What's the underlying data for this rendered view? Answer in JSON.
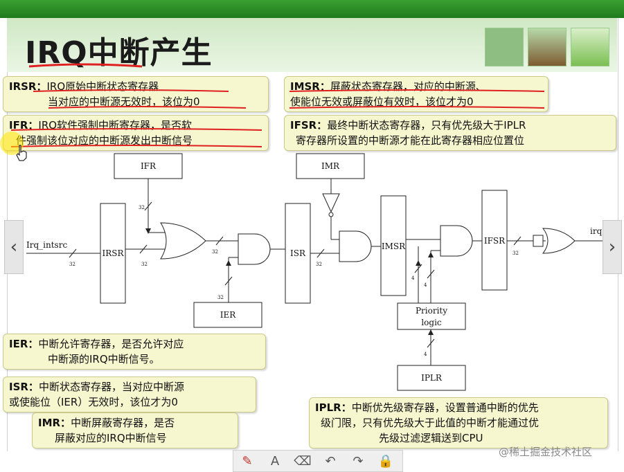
{
  "slide": {
    "title": "IRQ中断产生",
    "colors": {
      "header": "#2e8b2a",
      "note_bg": "#f6f6cf",
      "underline": "#e02020"
    }
  },
  "notes": {
    "irsr": {
      "label": "IRSR：",
      "line1": "IRQ原始中断状态寄存器",
      "line2": "当对应的中断源无效时，该位为0"
    },
    "imsr": {
      "label": "IMSR：",
      "line1": "屏蔽状态寄存器，对应的中断源、",
      "line2": "使能位无效或屏蔽位有效时，该位才为0"
    },
    "ifr": {
      "label": "IFR：",
      "line1": "IRQ软件强制中断寄存器，是否软",
      "line2": "件强制该位对应的中断源发出中断信号"
    },
    "ifsr": {
      "label": "IFSR：",
      "line1": "最终中断状态寄存器，只有优先级大于IPLR",
      "line2": "寄存器所设置的中断源才能在此寄存器相应位置位"
    },
    "ier": {
      "label": "IER：",
      "line1": "中断允许寄存器，是否允许对应",
      "line2": "中断源的IRQ中断信号。"
    },
    "isr": {
      "label": "ISR：",
      "line1": "中断状态寄存器，当对应中断源",
      "line2": "或使能位（IER）无效时，该位才为0"
    },
    "imr": {
      "label": "IMR：",
      "line1": "中断屏蔽寄存器，是否",
      "line2": "屏蔽对应的IRQ中断信号"
    },
    "iplr": {
      "label": "IPLR：",
      "line1": "中断优先级寄存器，设置普通中断的优先",
      "line2": "级门限，只有优先级大于此值的中断才能通过优",
      "line3": "先级过滤逻辑送到CPU"
    }
  },
  "diagram": {
    "input": "Irq_intsrc",
    "output": "irq",
    "blocks": {
      "ifr": "IFR",
      "irsr": "IRSR",
      "ier": "IER",
      "isr": "ISR",
      "imr": "IMR",
      "imsr": "IMSR",
      "priority1": "Priority",
      "priority2": "logic",
      "iplr": "IPLR",
      "ifsr": "IFSR"
    },
    "bus": {
      "w32": "32",
      "w4": "4"
    }
  },
  "nav": {
    "prev": "‹",
    "next": "›"
  },
  "toolbar": {
    "pen": "pen-icon",
    "text": "A",
    "eraser": "eraser-icon",
    "undo": "↶",
    "redo": "↷",
    "lock": "lock-icon"
  },
  "watermark": "@稀土掘金技术社区"
}
